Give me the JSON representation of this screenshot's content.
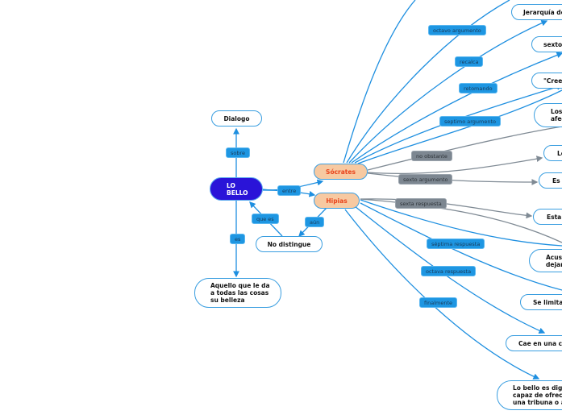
{
  "colors": {
    "edge_blue": "#1e8fe0",
    "edge_gray": "#7f8a94",
    "root_fill": "#2a14d8",
    "main_fill": "#f7c9a1",
    "main_text": "#e8431b",
    "label_blue": "#1e96e2",
    "label_gray": "#7d8791"
  },
  "nodes": {
    "root": "LO\nBELLO",
    "dialogo": "Dialogo",
    "socrates": "Sócrates",
    "hipias": "Hipias",
    "no_distingue": "No distingue",
    "aquello": "Aquello que le da\na todas las cosas\nsu belleza",
    "jerarquia": "Jerarquía de",
    "sexto": "sexto",
    "cree": "\"Cree",
    "los_afec": "Los\nafec",
    "lo": "Lo",
    "es": "Es",
    "esta": "Esta",
    "acusa": "Acus\ndejar",
    "se_limita": "Se limita",
    "cae": "Cae en una co",
    "lo_bello": "Lo bello es dign\ncapaz de ofrece\nuna tribuna o a"
  },
  "labels": {
    "sobre": "sobre",
    "entre": "entre",
    "que_es": "que es",
    "es": "es",
    "aun": "aún",
    "octavo_argumento": "octavo argumento",
    "recalca": "recalca",
    "retomando": "retomando",
    "septimo_argumento": "septimo argumento",
    "no_obstante": "no obstante",
    "sexto_argumento": "sexto argumento",
    "sexta_respuesta": "sexta respuesta",
    "septima_respuesta": "séptima respuesta",
    "octava_respuesta": "octava respuesta",
    "finalmente": "finalmente"
  }
}
